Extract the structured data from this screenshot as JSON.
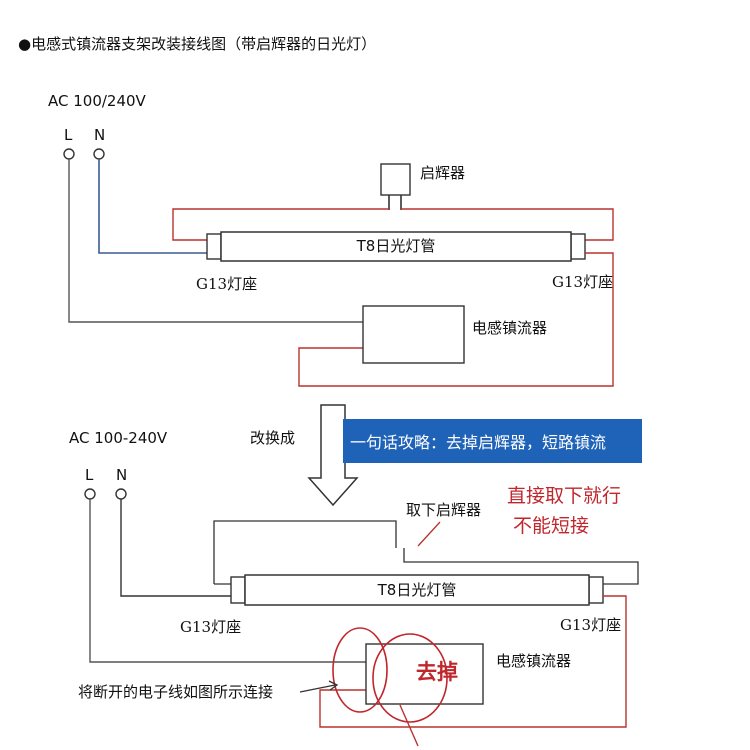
{
  "title": "●电感式镇流器支架改装接线图（带启辉器的日光灯）",
  "top": {
    "voltage": "AC 100/240V",
    "terminal_l": "L",
    "terminal_n": "N",
    "starter": "启辉器",
    "tube": "T8日光灯管",
    "socket_left": "G13灯座",
    "socket_right": "G13灯座",
    "ballast": "电感镇流器"
  },
  "transition": "改换成",
  "banner": "一句话攻略：去掉启辉器，短路镇流",
  "bottom": {
    "voltage": "AC 100-240V",
    "terminal_l": "L",
    "terminal_n": "N",
    "remove_starter": "取下启辉器",
    "note_line1": "直接取下就行",
    "note_line2": "不能短接",
    "tube": "T8日光灯管",
    "socket_left": "G13灯座",
    "socket_right": "G13灯座",
    "ballast": "电感镇流器",
    "remove_stamp": "去掉",
    "reconnect_note": "将断开的电子线如图所示连接"
  },
  "colors": {
    "red_wire": "#b8322f",
    "blue_wire": "#3b5c8e",
    "banner_bg": "#1f63b8",
    "annotation_red": "#c0272d"
  }
}
